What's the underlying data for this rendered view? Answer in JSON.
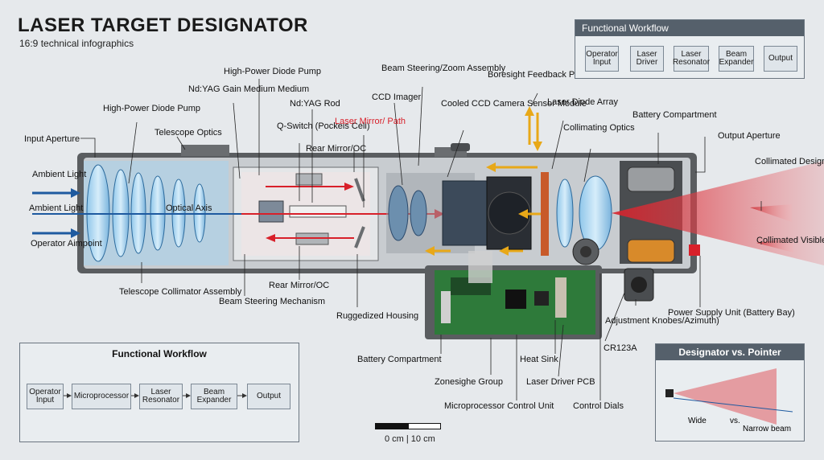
{
  "header": {
    "title": "LASER TARGET DESIGNATOR",
    "subtitle": "16:9 technical infographics"
  },
  "workflow_top": {
    "title": "Functional Workflow",
    "steps": [
      "Operator Input",
      "Laser Driver",
      "Laser Resonator",
      "Beam Expander",
      "Output"
    ]
  },
  "workflow_bottom": {
    "title": "Functional Workflow",
    "steps": [
      "Operator Input",
      "Microprocessor",
      "Laser Resonator",
      "Beam Expander",
      "Output"
    ]
  },
  "comparison": {
    "title": "Designator vs. Pointer",
    "wide": "Wide",
    "vs": "vs.",
    "narrow": "Narrow beam"
  },
  "scale": {
    "label": "0 cm | 10 cm"
  },
  "labels": {
    "input_aperture": "Input Aperture",
    "ambient_light_1": "Ambient Light",
    "ambient_light_2": "Ambient Light",
    "operator_aimpoint": "Operator Aimpoint",
    "hp_diode_pump_left": "High-Power Diode Pump",
    "telescope_optics": "Telescope Optics",
    "hp_diode_pump_top": "High-Power Diode Pump",
    "ndyag_gain": "Nd:YAG Gain Medium Medium",
    "ndyag_rod": "Nd:YAG Rod",
    "q_switch": "Q-Switch (Pockels Cell)",
    "laser_mirror_path": "Laser Mirror/ Path",
    "rear_mirror_top": "Rear Mirror/OC",
    "optical_axis": "Optical Axis",
    "ccd_imager": "CCD Imager",
    "beam_steering_zoom": "Beam Steering/Zoom Assembly",
    "boresight": "Boresight Feedback Path Module",
    "cooled_ccd": "Cooled CCD Camera Sensor Module",
    "laser_diode_array": "Laser Diode Array",
    "collimating_optics": "Collimating Optics",
    "battery_compartment_top": "Battery Compartment",
    "output_aperture": "Output Aperture",
    "collimated_designator": "Collimated Designator Beam",
    "collimated_visible": "Collimated Visible Pointer Beam",
    "telescope_collimator": "Telescope Collimator Assembly",
    "beam_steering_mech": "Beam Steering Mechanism",
    "rear_mirror_bottom": "Rear Mirror/OC",
    "ruggedized_housing": "Ruggedized Housing",
    "battery_compartment_bottom": "Battery Compartment",
    "zonesighe_group": "Zonesighe Group",
    "microprocessor_cu": "Microprocessor Control Unit",
    "heat_sink": "Heat Sink",
    "laser_driver_pcb": "Laser Driver PCB",
    "control_dials": "Control Dials",
    "cr123a": "CR123A",
    "adjustment_knobs": "Adjustment Knobes/Azimuth)",
    "power_supply_unit": "Power Supply Unit (Battery Bay)"
  },
  "colors": {
    "laser_red": "#d8202a",
    "optical_blue": "#1e5aa0",
    "feedback_yellow": "#e8a818",
    "housing_gray": "#6e6e6e",
    "pcb_green": "#2e7a3a"
  },
  "icons": [
    "arrow-icon",
    "knob-icon",
    "battery-icon",
    "lens-icon",
    "beam-icon"
  ]
}
